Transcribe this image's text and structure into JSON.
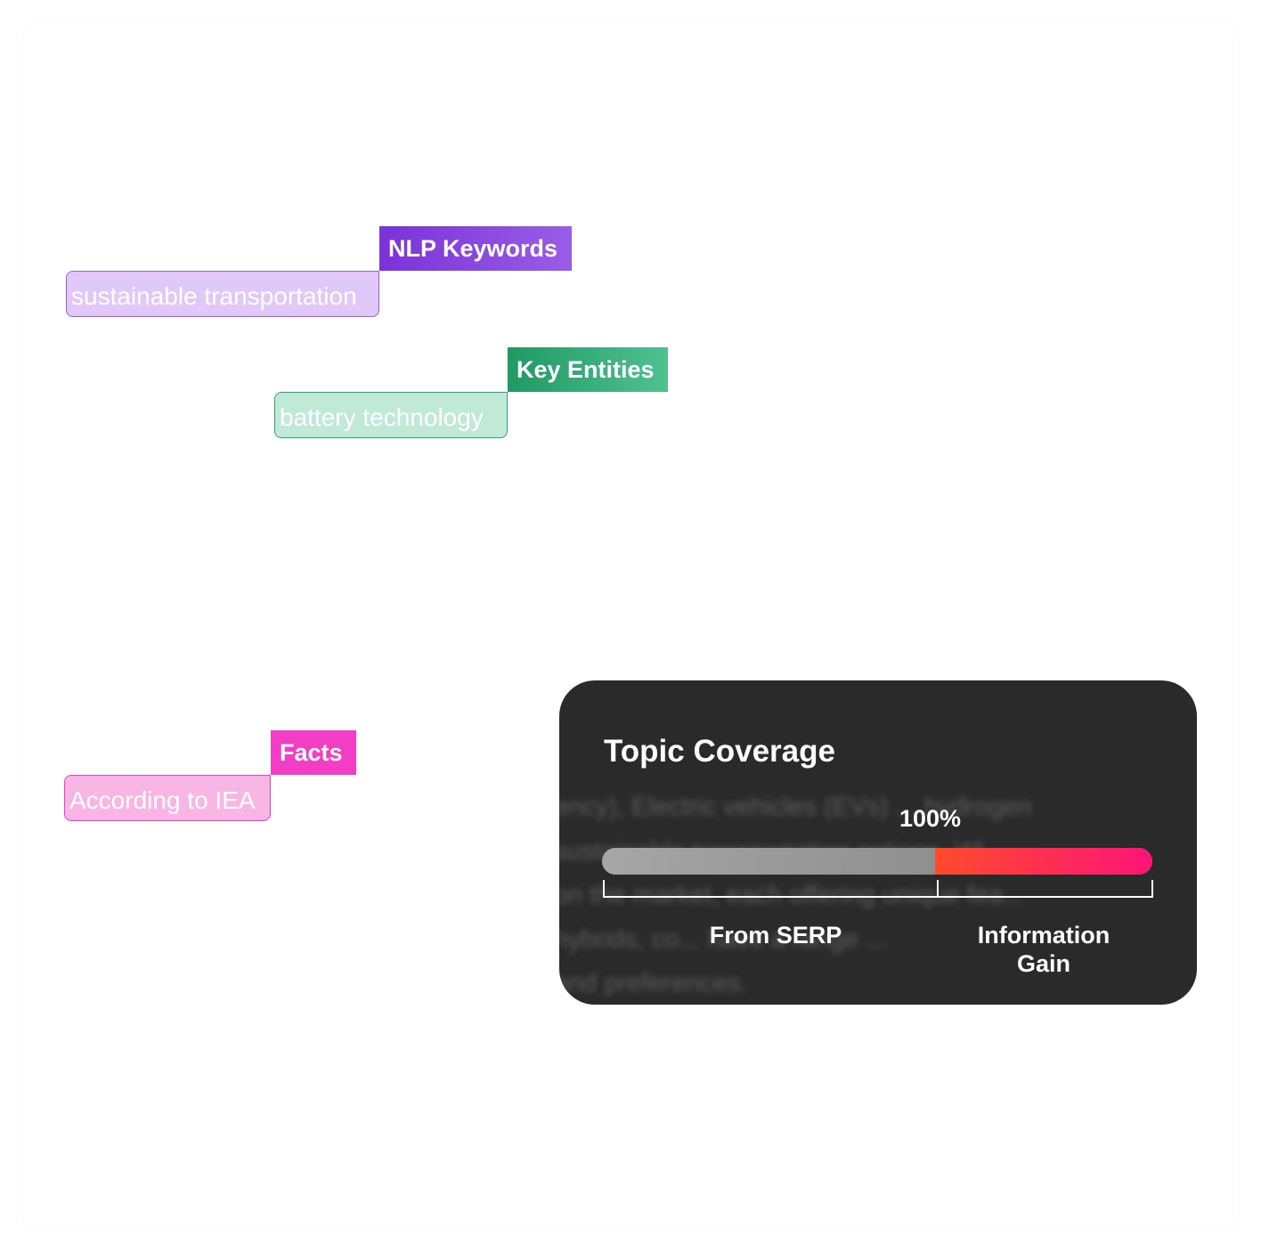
{
  "nlp_keywords": {
    "tag_label": "NLP Keywords",
    "phrase": "sustainable transportation",
    "color": "#7b32d8"
  },
  "key_entities": {
    "tag_label": "Key Entities",
    "phrase": "battery technology",
    "color": "#1f9a64"
  },
  "facts": {
    "tag_label": "Facts",
    "phrase": "According to IEA",
    "color": "#f23ec4"
  },
  "topic_coverage": {
    "title": "Topic Coverage",
    "percent_label": "100%",
    "from_serp_fraction": 0.605,
    "segment_from_serp": "From SERP",
    "segment_information_gain": "Information Gain",
    "background_text_lines": [
      "ency), Electric vehicles (EVs) ... hydrogen",
      "sustainable transportation options. Wi...",
      "on the market, each offering unique fea...",
      "hybrids, co... have a range ...",
      "and preferences."
    ],
    "colors": {
      "card": "#2a2a2a",
      "serp_bar": "#9b9b9b",
      "gain_start": "#ff4a2c",
      "gain_end": "#ff1478"
    }
  }
}
